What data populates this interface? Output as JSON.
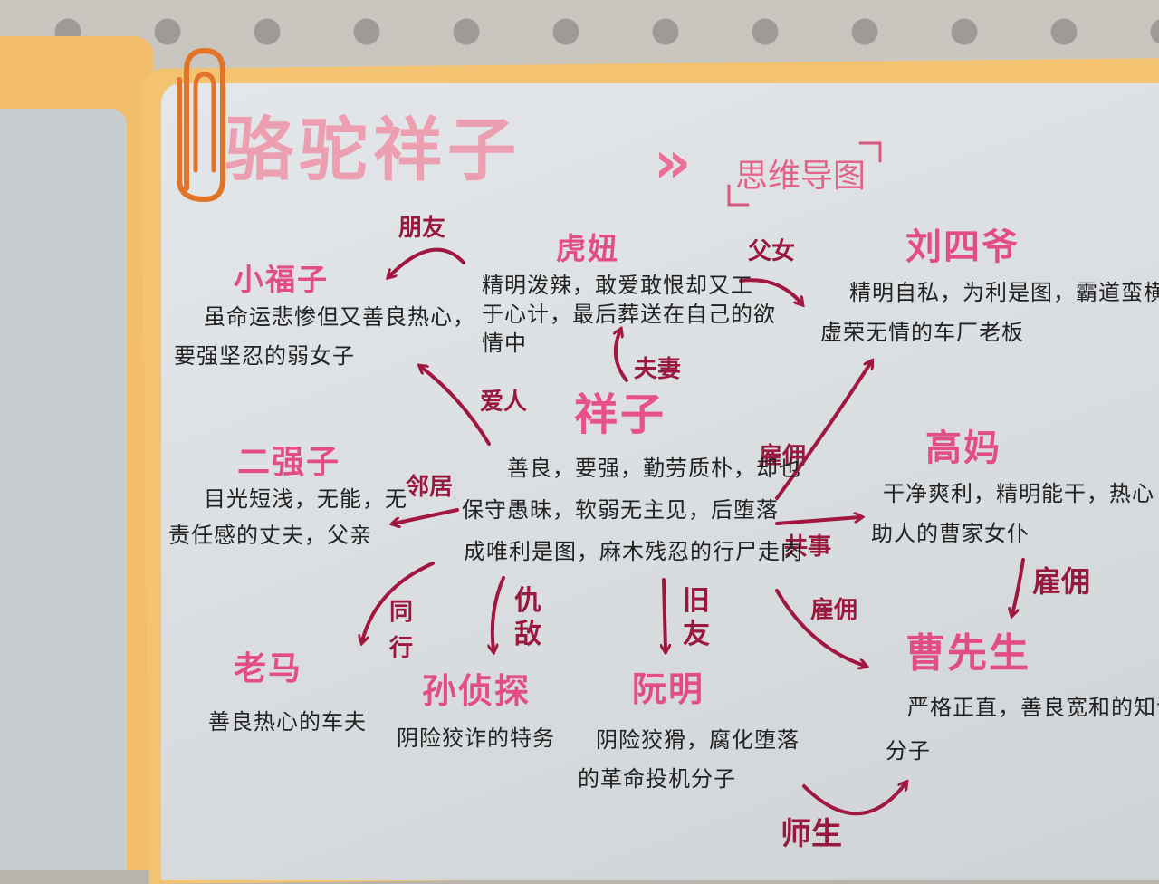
{
  "title": "骆驼祥子",
  "title_mark": "»",
  "subtitle": "思维导图",
  "center": {
    "name": "祥子",
    "desc": [
      "善良，要强，勤劳质朴，却也",
      "保守愚昧，软弱无主见，后堕落",
      "成唯利是图，麻木残忍的行尸走肉"
    ]
  },
  "nodes": {
    "xiaofuzi": {
      "name": "小福子",
      "desc": [
        "虽命运悲惨但又善良热心，",
        "要强坚忍的弱女子"
      ]
    },
    "huniu": {
      "name": "虎妞",
      "desc": [
        "精明泼辣，敢爱敢恨却又工",
        "于心计，最后葬送在自己的欲",
        "情中"
      ]
    },
    "liusiye": {
      "name": "刘四爷",
      "desc": [
        "精明自私，为利是图，霸道蛮横，",
        "虚荣无情的车厂老板"
      ]
    },
    "erqiangzi": {
      "name": "二强子",
      "desc": [
        "目光短浅，无能，无",
        "责任感的丈夫，父亲"
      ]
    },
    "gaoma": {
      "name": "高妈",
      "desc": [
        "干净爽利，精明能干，热心",
        "助人的曹家女仆"
      ]
    },
    "laoma": {
      "name": "老马",
      "desc": [
        "善良热心的车夫"
      ]
    },
    "sunzhentan": {
      "name": "孙侦探",
      "desc": [
        "阴险狡诈的特务"
      ]
    },
    "ruanming": {
      "name": "阮明",
      "desc": [
        "阴险狡猾，腐化堕落",
        "的革命投机分子"
      ]
    },
    "caoxiansheng": {
      "name": "曹先生",
      "desc": [
        "严格正直，善良宽和的知识",
        "分子"
      ]
    }
  },
  "relations": {
    "pengyou": "朋友",
    "funv": "父女",
    "airen": "爱人",
    "fuqi": "夫妻",
    "linju": "邻居",
    "guyong1": "雇佣",
    "gongshi": "共事",
    "guyong2": "雇佣",
    "guyong3": "雇佣",
    "tonghang": [
      "同",
      "行"
    ],
    "choudi": [
      "仇",
      "敌"
    ],
    "jiuyou": [
      "旧",
      "友"
    ],
    "shisheng": "师生"
  },
  "colors": {
    "accent": "#e34d86",
    "arrow": "#a0173f",
    "folder": "#f2be6c",
    "sheet": "#dde0e3"
  }
}
